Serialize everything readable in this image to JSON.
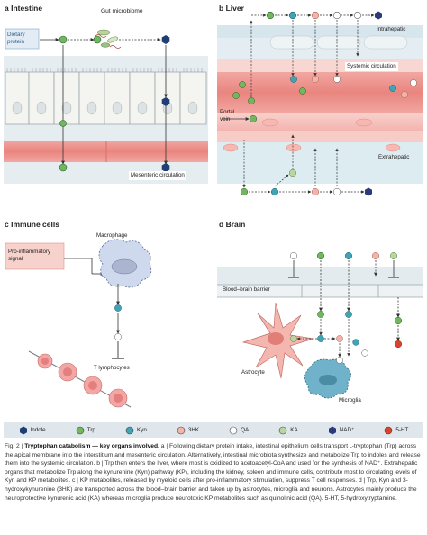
{
  "panels": {
    "a": {
      "letter": "a",
      "title": "Intestine",
      "dietary_protein": "Dietary\nprotein",
      "gut_microbiome": "Gut microbiome",
      "mesenteric": "Mesenteric circulation"
    },
    "b": {
      "letter": "b",
      "title": "Liver",
      "intrahepatic": "Intrahepatic",
      "systemic": "Systemic circulation",
      "portal_vein": "Portal\nvein",
      "extrahepatic": "Extrahepatic"
    },
    "c": {
      "letter": "c",
      "title": "Immune cells",
      "macrophage": "Macrophage",
      "proinflammatory": "Pro-inflammatory\nsignal",
      "t_lymphocytes": "T lymphocytes"
    },
    "d": {
      "letter": "d",
      "title": "Brain",
      "bbb": "Blood–brain barrier",
      "astrocyte": "Astrocyte",
      "microglia": "Microglia"
    }
  },
  "legend": [
    {
      "name": "Indole",
      "shape": "hexagon",
      "color": "#1f3e73"
    },
    {
      "name": "Trp",
      "shape": "circle",
      "color": "#6fb85e"
    },
    {
      "name": "Kyn",
      "shape": "circle",
      "color": "#3fa4b5"
    },
    {
      "name": "3HK",
      "shape": "circle",
      "color": "#f3b3a8"
    },
    {
      "name": "QA",
      "shape": "circle",
      "color": "#ffffff"
    },
    {
      "name": "KA",
      "shape": "circle",
      "color": "#b8d7a0"
    },
    {
      "name": "NAD⁺",
      "shape": "hexagon",
      "color": "#2b3a78"
    },
    {
      "name": "5-HT",
      "shape": "circle",
      "color": "#d9432b"
    }
  ],
  "caption": {
    "figure": "Fig. 2 | ",
    "title": "Tryptophan catabolism — key organs involved.",
    "text": " a | Following dietary protein intake, intestinal epithelium cells transport ʟ-tryptophan (Trp) across the apical membrane into the interstitium and mesenteric circulation. Alternatively, intestinal microbiota synthesize and metabolize Trp to indoles and release them into the systemic circulation. b | Trp then enters the liver, where most is oxidized to acetoacetyl-CoA and used for the synthesis of NAD⁺. Extrahepatic organs that metabolize Trp along the kynurenine (Kyn) pathway (KP), including the kidney, spleen and immune cells, contribute most to circulating levels of Kyn and KP metabolites. c | KP metabolites, released by myeloid cells after pro-inflammatory stimulation, suppress T cell responses. d | Trp, Kyn and 3-hydroxykynurenine (3HK) are transported across the blood–brain barrier and taken up by astrocytes, microglia and neurons. Astrocytes mainly produce the neuroprotective kynurenic acid (KA) whereas microglia produce neurotoxic KP metabolites such as quinolinic acid (QA). 5-HT, 5-hydroxytryptamine."
  }
}
